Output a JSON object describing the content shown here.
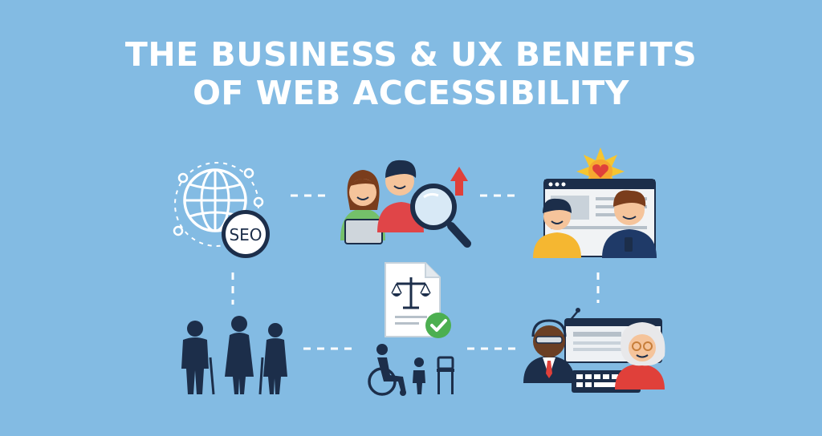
{
  "title": {
    "line1": "THE BUSINESS & UX BENEFITS",
    "line2": "OF WEB ACCESSIBILITY"
  },
  "seo_badge": {
    "label": "SEO"
  },
  "icons": [
    "globe-seo-icon",
    "people-magnifier-icon",
    "website-happy-users-icon",
    "elderly-people-icon",
    "legal-compliance-document-icon",
    "wheelchair-user-icon",
    "assistive-technology-users-icon"
  ],
  "colors": {
    "background": "#83bbe3",
    "title": "#ffffff",
    "navy": "#1c2e4a",
    "accent_red": "#e0403a",
    "check_green": "#4caf50",
    "sun_yellow": "#f6c530"
  }
}
